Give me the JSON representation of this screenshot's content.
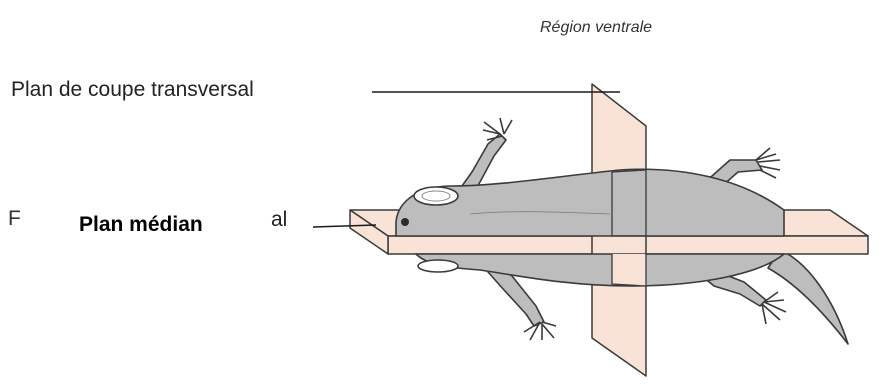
{
  "labels": {
    "ventral_region": "Région ventrale",
    "transverse_plane": "Plan de coupe transversal",
    "median_prefix": "F",
    "median_plane": "Plan médian",
    "median_suffix": "al"
  },
  "colors": {
    "plane_fill": "#f9e2d6",
    "body_fill": "#bdbdbd",
    "outline": "#3a3a3a"
  }
}
